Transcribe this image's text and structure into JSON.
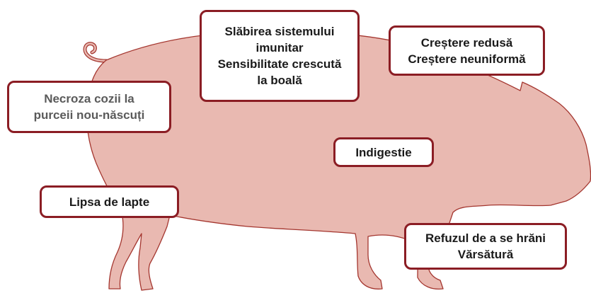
{
  "colors": {
    "pig_fill": "#e9b9b1",
    "pig_outline": "#a4362f",
    "box_border": "#8b1d24"
  },
  "icons": {
    "pig": "pig-silhouette-icon"
  },
  "labels": {
    "immune": {
      "line1": "Slăbirea sistemului",
      "line2": "imunitar",
      "line3": "Sensibilitate crescută",
      "line4": "la boală"
    },
    "growth": {
      "line1": "Creștere redusă",
      "line2": "Creștere neuniformă"
    },
    "tail": {
      "line1": "Necroza cozii la",
      "line2": "purceii nou-născuți"
    },
    "indigestion": {
      "line1": "Indigestie"
    },
    "milk": {
      "line1": "Lipsa de lapte"
    },
    "feed": {
      "line1": "Refuzul de a se hrăni",
      "line2": "Vărsătură"
    }
  }
}
